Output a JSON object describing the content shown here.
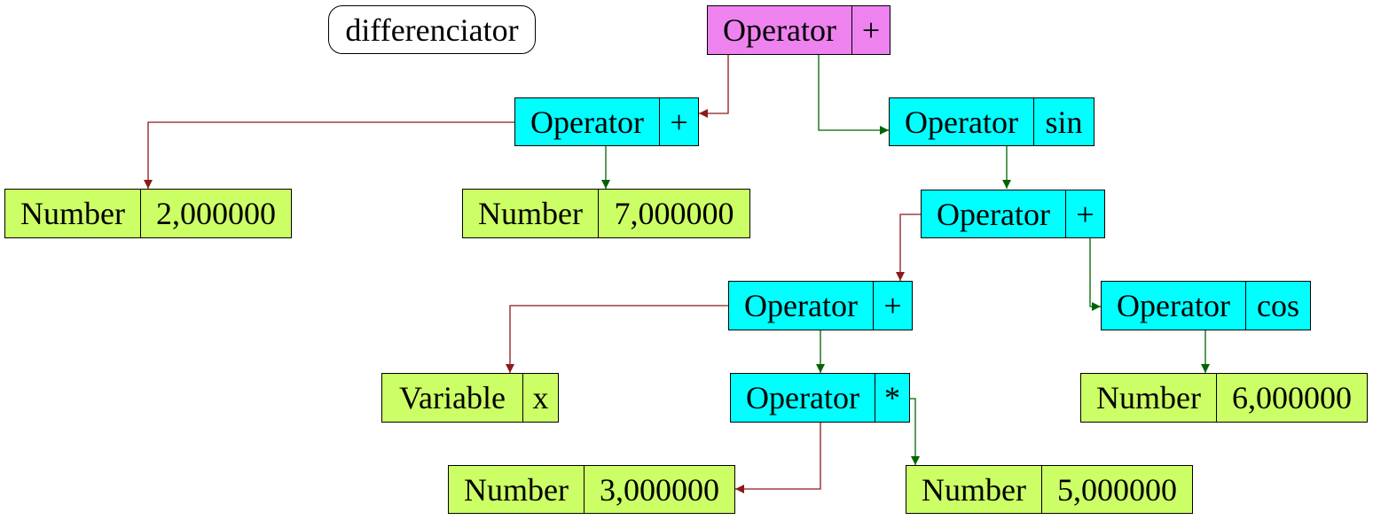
{
  "title": "differenciator",
  "colors": {
    "root_fill": "#ee82ee",
    "operator_fill": "#00ffff",
    "leaf_fill": "#ccff66",
    "left_edge": "#8b1a1a",
    "right_edge": "#006400"
  },
  "nodes": [
    {
      "id": "n0",
      "kind": "root",
      "type": "Operator",
      "value": "+"
    },
    {
      "id": "n1",
      "kind": "operator",
      "type": "Operator",
      "value": "+"
    },
    {
      "id": "n2",
      "kind": "operator",
      "type": "Operator",
      "value": "sin"
    },
    {
      "id": "n3",
      "kind": "leaf",
      "type": "Number",
      "value": "2,000000"
    },
    {
      "id": "n4",
      "kind": "leaf",
      "type": "Number",
      "value": "7,000000"
    },
    {
      "id": "n5",
      "kind": "operator",
      "type": "Operator",
      "value": "+"
    },
    {
      "id": "n6",
      "kind": "operator",
      "type": "Operator",
      "value": "+"
    },
    {
      "id": "n7",
      "kind": "operator",
      "type": "Operator",
      "value": "cos"
    },
    {
      "id": "n8",
      "kind": "leaf",
      "type": "Variable",
      "value": "x"
    },
    {
      "id": "n9",
      "kind": "operator",
      "type": "Operator",
      "value": "*"
    },
    {
      "id": "n10",
      "kind": "leaf",
      "type": "Number",
      "value": "6,000000"
    },
    {
      "id": "n11",
      "kind": "leaf",
      "type": "Number",
      "value": "3,000000"
    },
    {
      "id": "n12",
      "kind": "leaf",
      "type": "Number",
      "value": "5,000000"
    }
  ],
  "edges": [
    {
      "from": "n0",
      "to": "n1",
      "side": "left"
    },
    {
      "from": "n0",
      "to": "n2",
      "side": "right"
    },
    {
      "from": "n1",
      "to": "n3",
      "side": "left"
    },
    {
      "from": "n1",
      "to": "n4",
      "side": "right"
    },
    {
      "from": "n2",
      "to": "n5",
      "side": "right"
    },
    {
      "from": "n5",
      "to": "n6",
      "side": "left"
    },
    {
      "from": "n5",
      "to": "n7",
      "side": "right"
    },
    {
      "from": "n6",
      "to": "n8",
      "side": "left"
    },
    {
      "from": "n6",
      "to": "n9",
      "side": "right"
    },
    {
      "from": "n7",
      "to": "n10",
      "side": "right"
    },
    {
      "from": "n9",
      "to": "n11",
      "side": "left"
    },
    {
      "from": "n9",
      "to": "n12",
      "side": "right"
    }
  ]
}
